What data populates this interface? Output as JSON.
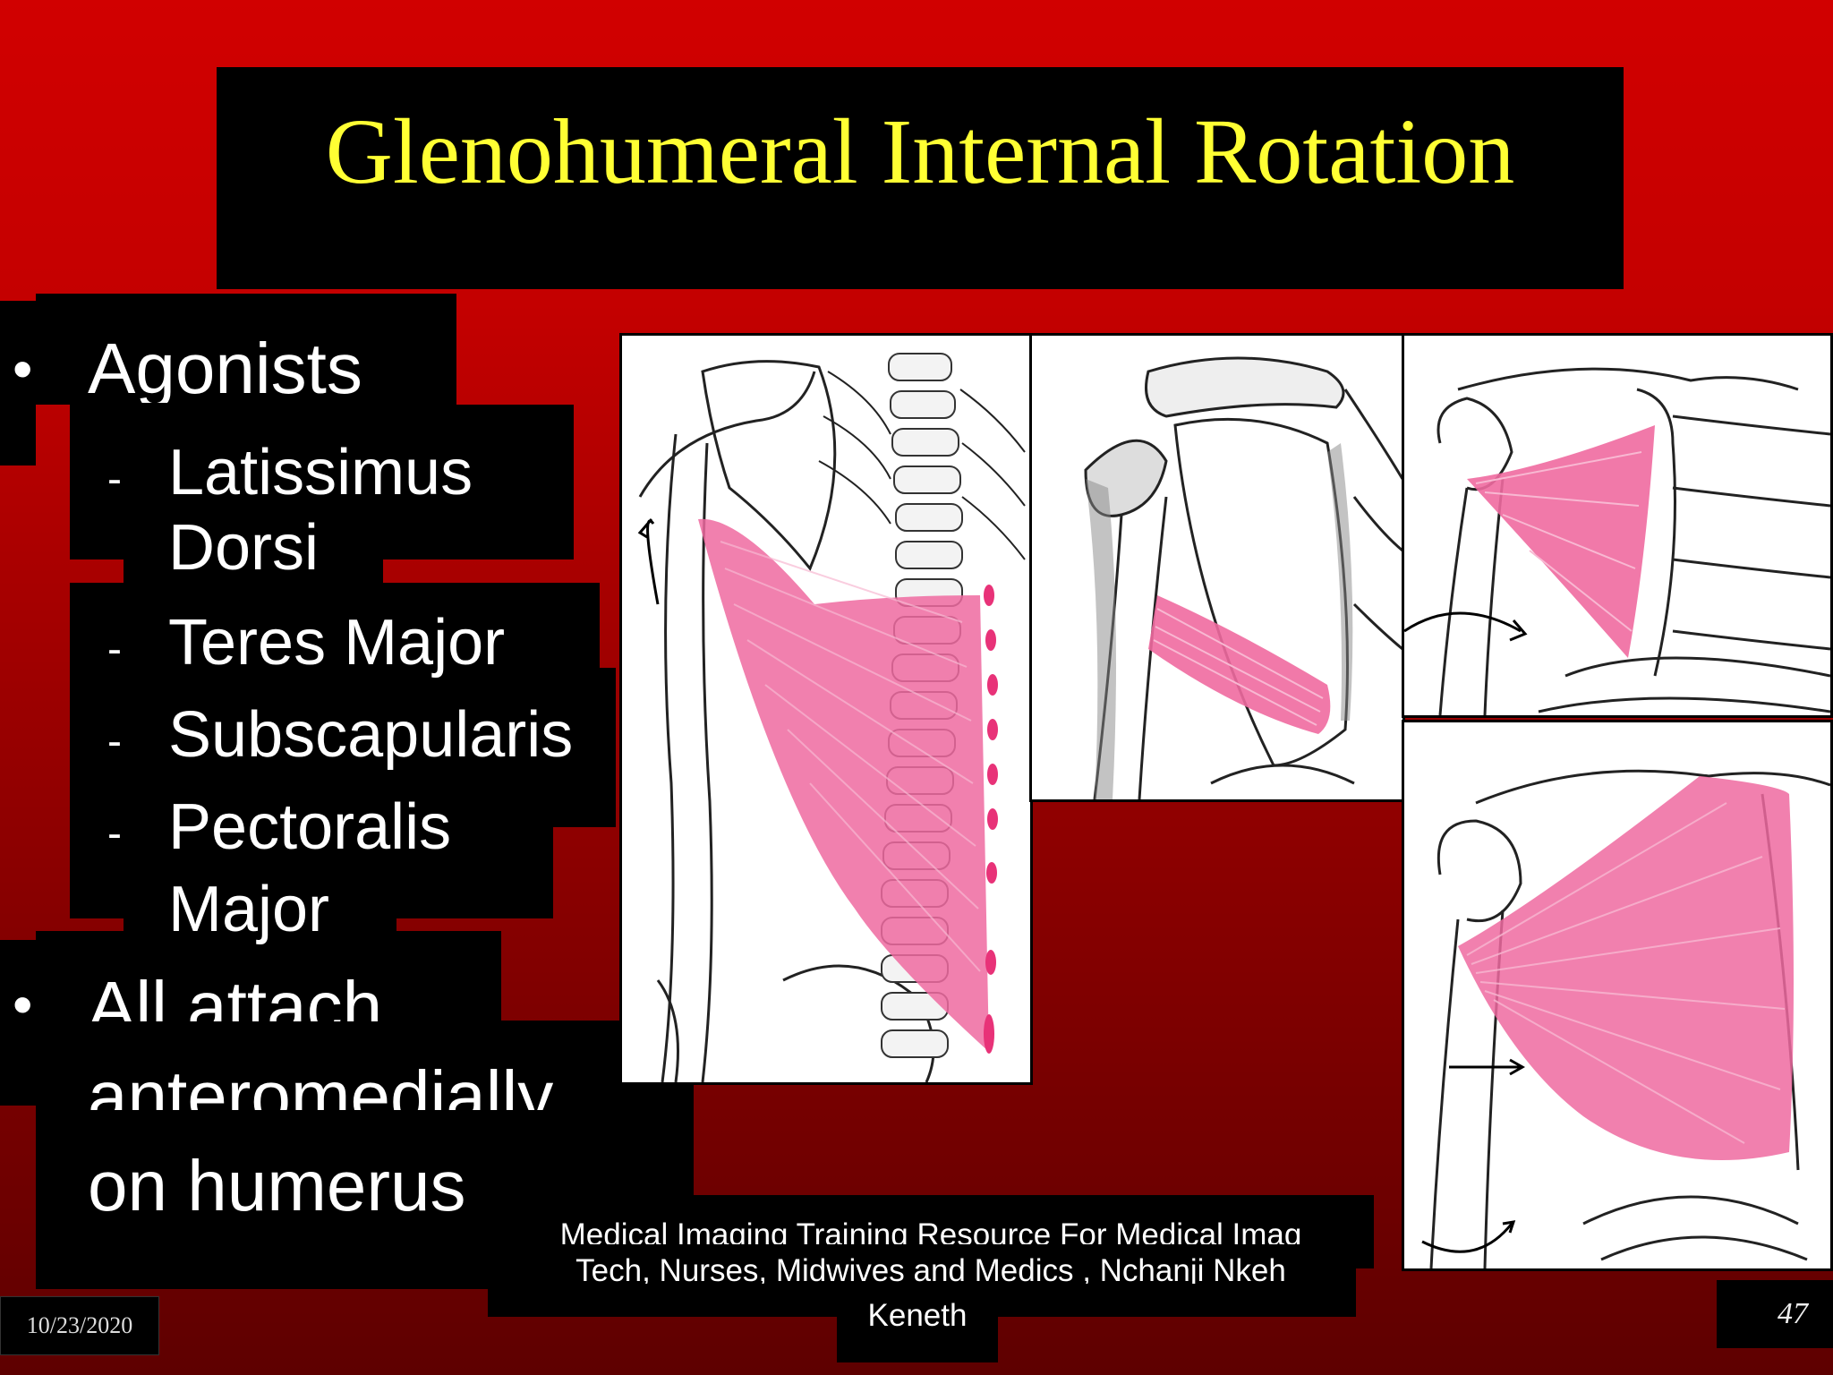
{
  "title": "Glenohumeral Internal Rotation",
  "bullets": {
    "agonists": "Agonists",
    "muscles": [
      "Latissimus",
      "Dorsi",
      "Teres Major",
      "Subscapularis",
      "Pectoralis",
      "Major"
    ],
    "attach": [
      "All attach",
      "anteromedially",
      "on humerus"
    ]
  },
  "footer": {
    "lines": [
      "Medical Imaging Training Resource For Medical Imag",
      "Tech, Nurses, Midwives and Medics , Nchanji Nkeh",
      "Keneth"
    ],
    "date": "10/23/2020",
    "page": "47"
  },
  "colors": {
    "title": "#ffff33",
    "muscle": "#ef6aa0",
    "background_top": "#d10000",
    "background_bottom": "#5e0000"
  }
}
